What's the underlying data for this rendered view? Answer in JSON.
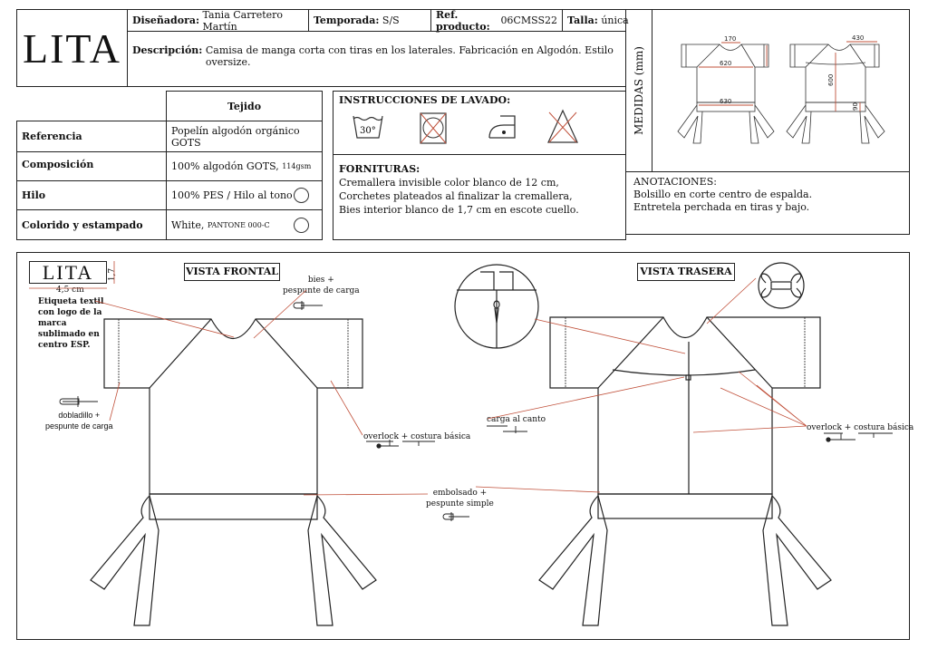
{
  "header": {
    "logo": "LITA",
    "designer_label": "Diseñadora:",
    "designer": "Tania Carretero Martín",
    "season_label": "Temporada:",
    "season": "S/S",
    "ref_label": "Ref. producto:",
    "ref": "06CMSS22",
    "size_label": "Talla:",
    "size": "única",
    "desc_label": "Descripción:",
    "desc": "Camisa de manga corta con tiras en los laterales. Fabricación en Algodón. Estilo oversize."
  },
  "measures": {
    "title": "MEDIDAS (mm)",
    "values": [
      "170",
      "620",
      "630",
      "430",
      "600",
      "90"
    ]
  },
  "annotations": {
    "title": "ANOTACIONES:",
    "lines": [
      "Bolsillo en corte centro de espalda.",
      "Entretela perchada en tiras y bajo."
    ]
  },
  "fabric": {
    "header": "Tejido",
    "rows": [
      {
        "label": "Referencia",
        "value": "Popelín algodón orgánico GOTS"
      },
      {
        "label": "Composición",
        "value": "100% algodón GOTS,",
        "extra": "114gsm"
      },
      {
        "label": "Hilo",
        "value": "100% PES / Hilo al tono"
      },
      {
        "label": "Colorido y estampado",
        "value": "White,",
        "extra": "PANTONE 000-C"
      }
    ]
  },
  "washing": {
    "title": "INSTRUCCIONES DE LAVADO:",
    "temp": "30°",
    "icons": [
      "wash-30-icon",
      "no-tumble-dry-icon",
      "iron-low-icon",
      "no-bleach-icon"
    ]
  },
  "trims": {
    "title": "FORNITURAS:",
    "lines": [
      "Cremallera invisible color blanco de  12 cm,",
      "Corchetes plateados al finalizar la cremallera,",
      "Bies interior blanco de 1,7 cm en escote cuello."
    ]
  },
  "drawing": {
    "front_title": "VISTA FRONTAL",
    "back_title": "VISTA TRASERA",
    "label_logo": "LITA",
    "label_width": "4,5 cm",
    "label_height": "1,7",
    "label_note": [
      "Etiqueta textil",
      "con logo de la",
      "marca",
      "sublimado en",
      "centro ESP."
    ],
    "bias": [
      "bies +",
      "pespunte de carga"
    ],
    "hem": [
      "dobladillo +",
      "pespunte de carga"
    ],
    "overlock": "overlock + costura básica",
    "bag": [
      "embolsado +",
      "pespunte simple"
    ],
    "edge": "carga al canto"
  },
  "colors": {
    "line": "#222222",
    "annotation": "#c0503a"
  }
}
